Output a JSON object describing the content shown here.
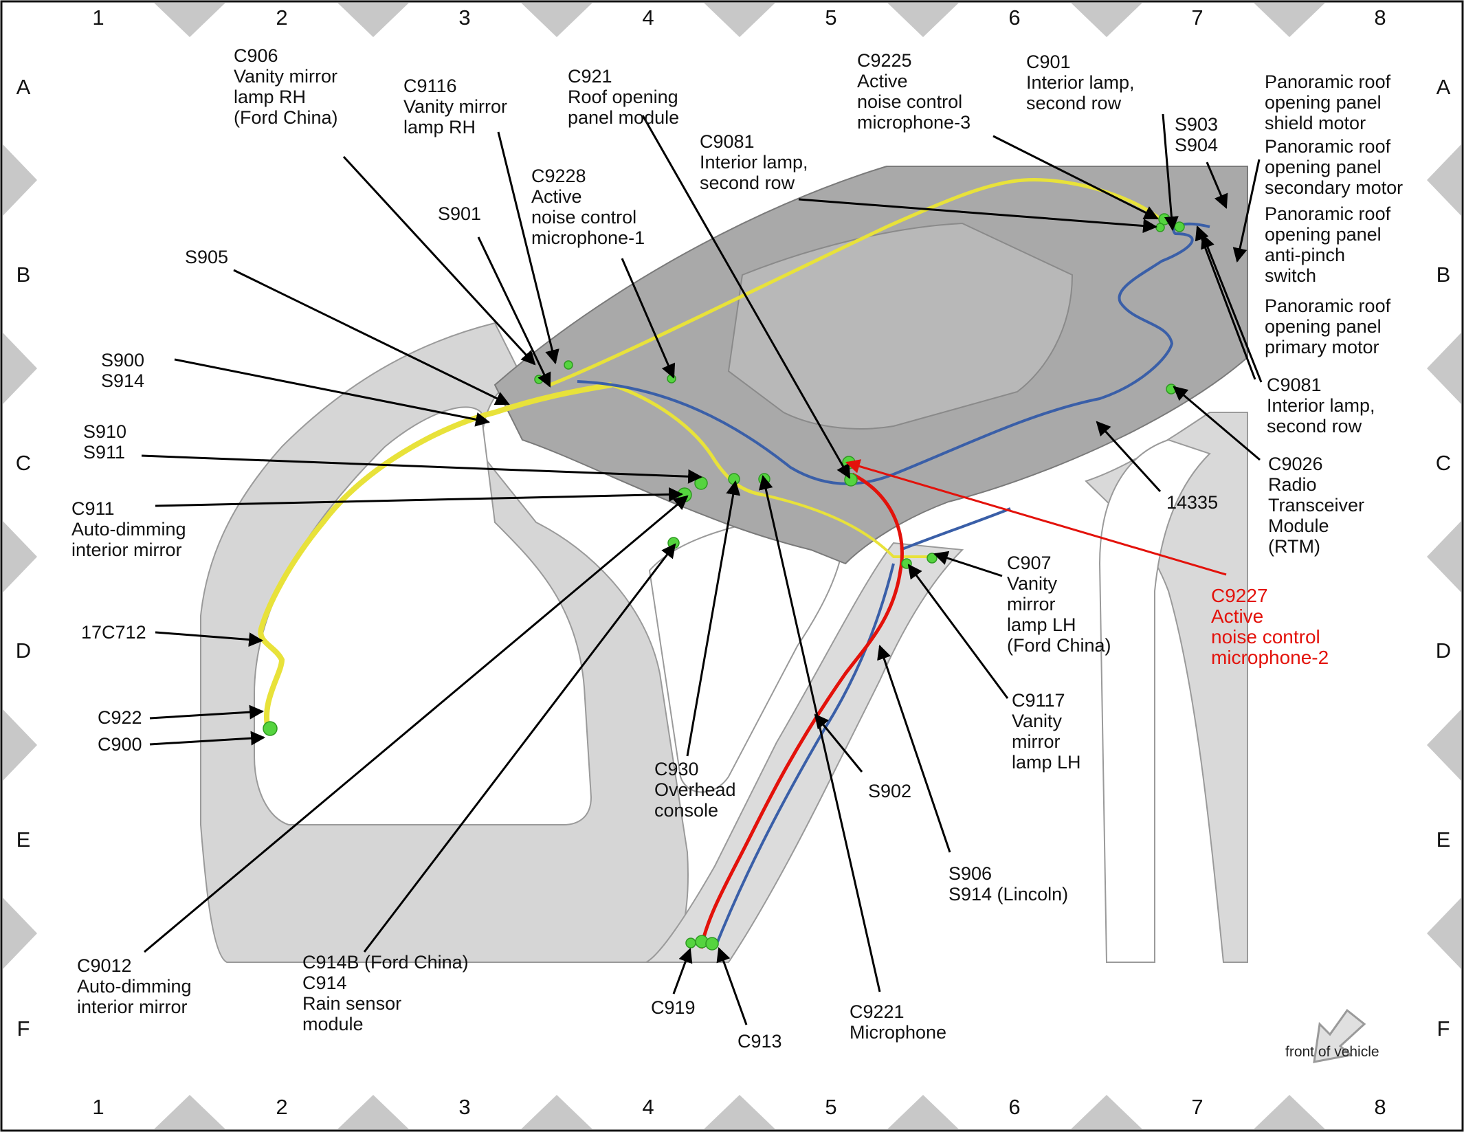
{
  "grid": {
    "columns": [
      "1",
      "2",
      "3",
      "4",
      "5",
      "6",
      "7",
      "8"
    ],
    "rows": [
      "A",
      "B",
      "C",
      "D",
      "E",
      "F"
    ]
  },
  "labels": [
    {
      "key": "c906",
      "lines": [
        "C906",
        "Vanity mirror",
        "lamp RH",
        "(Ford China)"
      ]
    },
    {
      "key": "c9116",
      "lines": [
        "C9116",
        "Vanity mirror",
        "lamp RH"
      ]
    },
    {
      "key": "c921",
      "lines": [
        "C921",
        "Roof opening",
        "panel module"
      ]
    },
    {
      "key": "c9225",
      "lines": [
        "C9225",
        "Active",
        "noise control",
        "microphone-3"
      ]
    },
    {
      "key": "c901",
      "lines": [
        "C901",
        "Interior lamp,",
        "second row"
      ]
    },
    {
      "key": "pan-shield",
      "lines": [
        "Panoramic roof",
        "opening panel",
        "shield motor"
      ]
    },
    {
      "key": "s903",
      "lines": [
        "S903",
        "S904"
      ]
    },
    {
      "key": "pan-secondary",
      "lines": [
        "Panoramic roof",
        "opening panel",
        "secondary motor"
      ]
    },
    {
      "key": "pan-antipinch",
      "lines": [
        "Panoramic roof",
        "opening panel",
        "anti-pinch",
        "switch"
      ]
    },
    {
      "key": "pan-primary",
      "lines": [
        "Panoramic roof",
        "opening panel",
        "primary motor"
      ]
    },
    {
      "key": "c9081-top",
      "lines": [
        "C9081",
        "Interior lamp,",
        "second row"
      ]
    },
    {
      "key": "c9228",
      "lines": [
        "C9228",
        "Active",
        "noise control",
        "microphone-1"
      ]
    },
    {
      "key": "s901",
      "lines": [
        "S901"
      ]
    },
    {
      "key": "s905",
      "lines": [
        "S905"
      ]
    },
    {
      "key": "s900",
      "lines": [
        "S900",
        "S914"
      ]
    },
    {
      "key": "s910",
      "lines": [
        "S910",
        "S911"
      ]
    },
    {
      "key": "c911",
      "lines": [
        "C911",
        "Auto-dimming",
        "interior mirror"
      ]
    },
    {
      "key": "17c712",
      "lines": [
        "17C712"
      ]
    },
    {
      "key": "c922",
      "lines": [
        "C922"
      ]
    },
    {
      "key": "c900",
      "lines": [
        "C900"
      ]
    },
    {
      "key": "c9081-right",
      "lines": [
        "C9081",
        "Interior lamp,",
        "second row"
      ]
    },
    {
      "key": "c9026",
      "lines": [
        "C9026",
        "Radio",
        "Transceiver",
        "Module",
        "(RTM)"
      ]
    },
    {
      "key": "14335",
      "lines": [
        "14335"
      ]
    },
    {
      "key": "c907",
      "lines": [
        "C907",
        "Vanity",
        "mirror",
        "lamp LH",
        "(Ford China)"
      ]
    },
    {
      "key": "c9227",
      "lines": [
        "C9227",
        "Active",
        "noise control",
        "microphone-2"
      ]
    },
    {
      "key": "c9117",
      "lines": [
        "C9117",
        "Vanity",
        "mirror",
        "lamp LH"
      ]
    },
    {
      "key": "c930",
      "lines": [
        "C930",
        "Overhead",
        "console"
      ]
    },
    {
      "key": "s902",
      "lines": [
        "S902"
      ]
    },
    {
      "key": "s906",
      "lines": [
        "S906",
        "S914 (Lincoln)"
      ]
    },
    {
      "key": "c9012",
      "lines": [
        "C9012",
        "Auto-dimming",
        "interior mirror"
      ]
    },
    {
      "key": "c914",
      "lines": [
        "C914B  (Ford China)",
        "C914",
        "Rain sensor",
        "module"
      ]
    },
    {
      "key": "c919",
      "lines": [
        "C919"
      ]
    },
    {
      "key": "c913",
      "lines": [
        "C913"
      ]
    },
    {
      "key": "c9221",
      "lines": [
        "C9221",
        "Microphone"
      ]
    }
  ],
  "front_note": "front of vehicle",
  "colors": {
    "yellow_harness": "#e8e23a",
    "blue_harness": "#3a5fa8",
    "red_harness": "#e3120b",
    "connector": "#55d43f",
    "body": "#d2d2d2",
    "roof": "#a8a8a8",
    "frame_marks": "#c8c8c8"
  }
}
